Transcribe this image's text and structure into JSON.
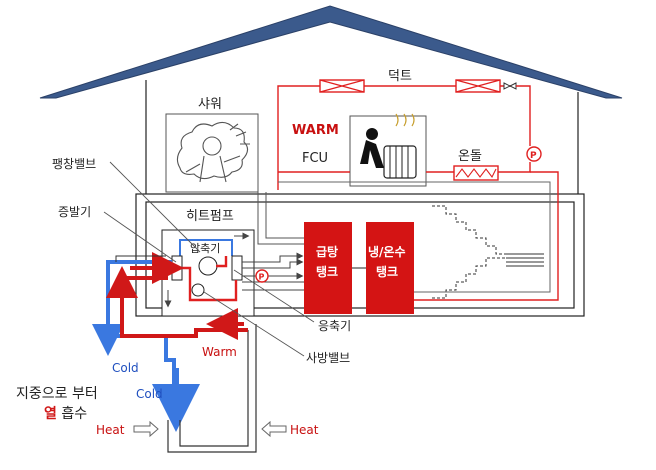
{
  "labels": {
    "shower": "샤워",
    "duct": "덕트",
    "warm_top": "WARM",
    "fcu": "FCU",
    "ondol": "온돌",
    "expansion_valve": "팽창밸브",
    "evaporator": "증발기",
    "heat_pump": "히트펌프",
    "compressor": "압축기",
    "hot_water_tank_line1": "급탕",
    "hot_water_tank_line2": "탱크",
    "cool_heat_tank_line1": "냉/온수",
    "cool_heat_tank_line2": "탱크",
    "condenser": "응축기",
    "four_way_valve": "사방밸브",
    "cold_1": "Cold",
    "warm_low": "Warm",
    "cold_2": "Cold",
    "ground_line1": "지중으로 부터",
    "ground_line2_red": "열",
    "ground_line2_rest": " 흡수",
    "heat_left": "Heat",
    "heat_right": "Heat",
    "pump_symbol": "P"
  },
  "colors": {
    "roof": "#3b5a8c",
    "red_pipe": "#d01818",
    "blue_pipe": "#3a78e0",
    "tank_fill": "#d41414",
    "outline": "#222222"
  }
}
